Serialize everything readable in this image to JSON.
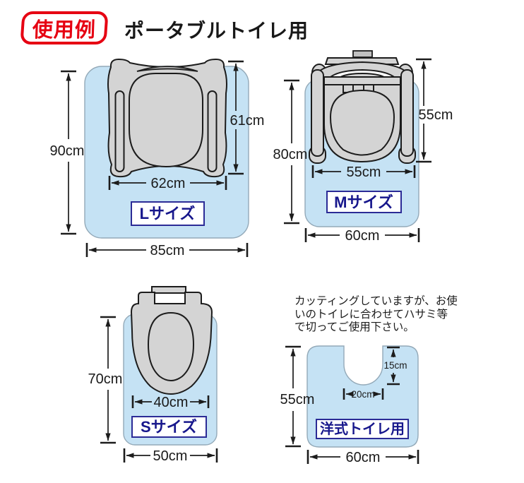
{
  "header": {
    "badge": "使用例",
    "title": "ポータブルトイレ用"
  },
  "colors": {
    "accent_red": "#e60012",
    "label_navy": "#17178c",
    "mat_blue": "#c5e2f4",
    "toilet_gray": "#d4d4d4",
    "line_black": "#1c1c1c"
  },
  "diagrams": {
    "l": {
      "label": "Lサイズ",
      "mat_height": "90cm",
      "mat_width": "85cm",
      "toilet_width": "62cm",
      "toilet_height": "61cm"
    },
    "m": {
      "label": "Mサイズ",
      "mat_height": "80cm",
      "mat_width": "60cm",
      "toilet_width": "55cm",
      "toilet_height": "55cm"
    },
    "s": {
      "label": "Sサイズ",
      "mat_height": "70cm",
      "mat_width": "50cm",
      "toilet_width": "40cm"
    },
    "western": {
      "label": "洋式トイレ用",
      "mat_height": "55cm",
      "mat_width": "60cm",
      "cutout_depth": "15cm",
      "cutout_width": "20cm",
      "note_lines": [
        "カッティングしていますが、お使",
        "いのトイレに合わせてハサミ等",
        "で切ってご使用下さい。"
      ]
    }
  }
}
